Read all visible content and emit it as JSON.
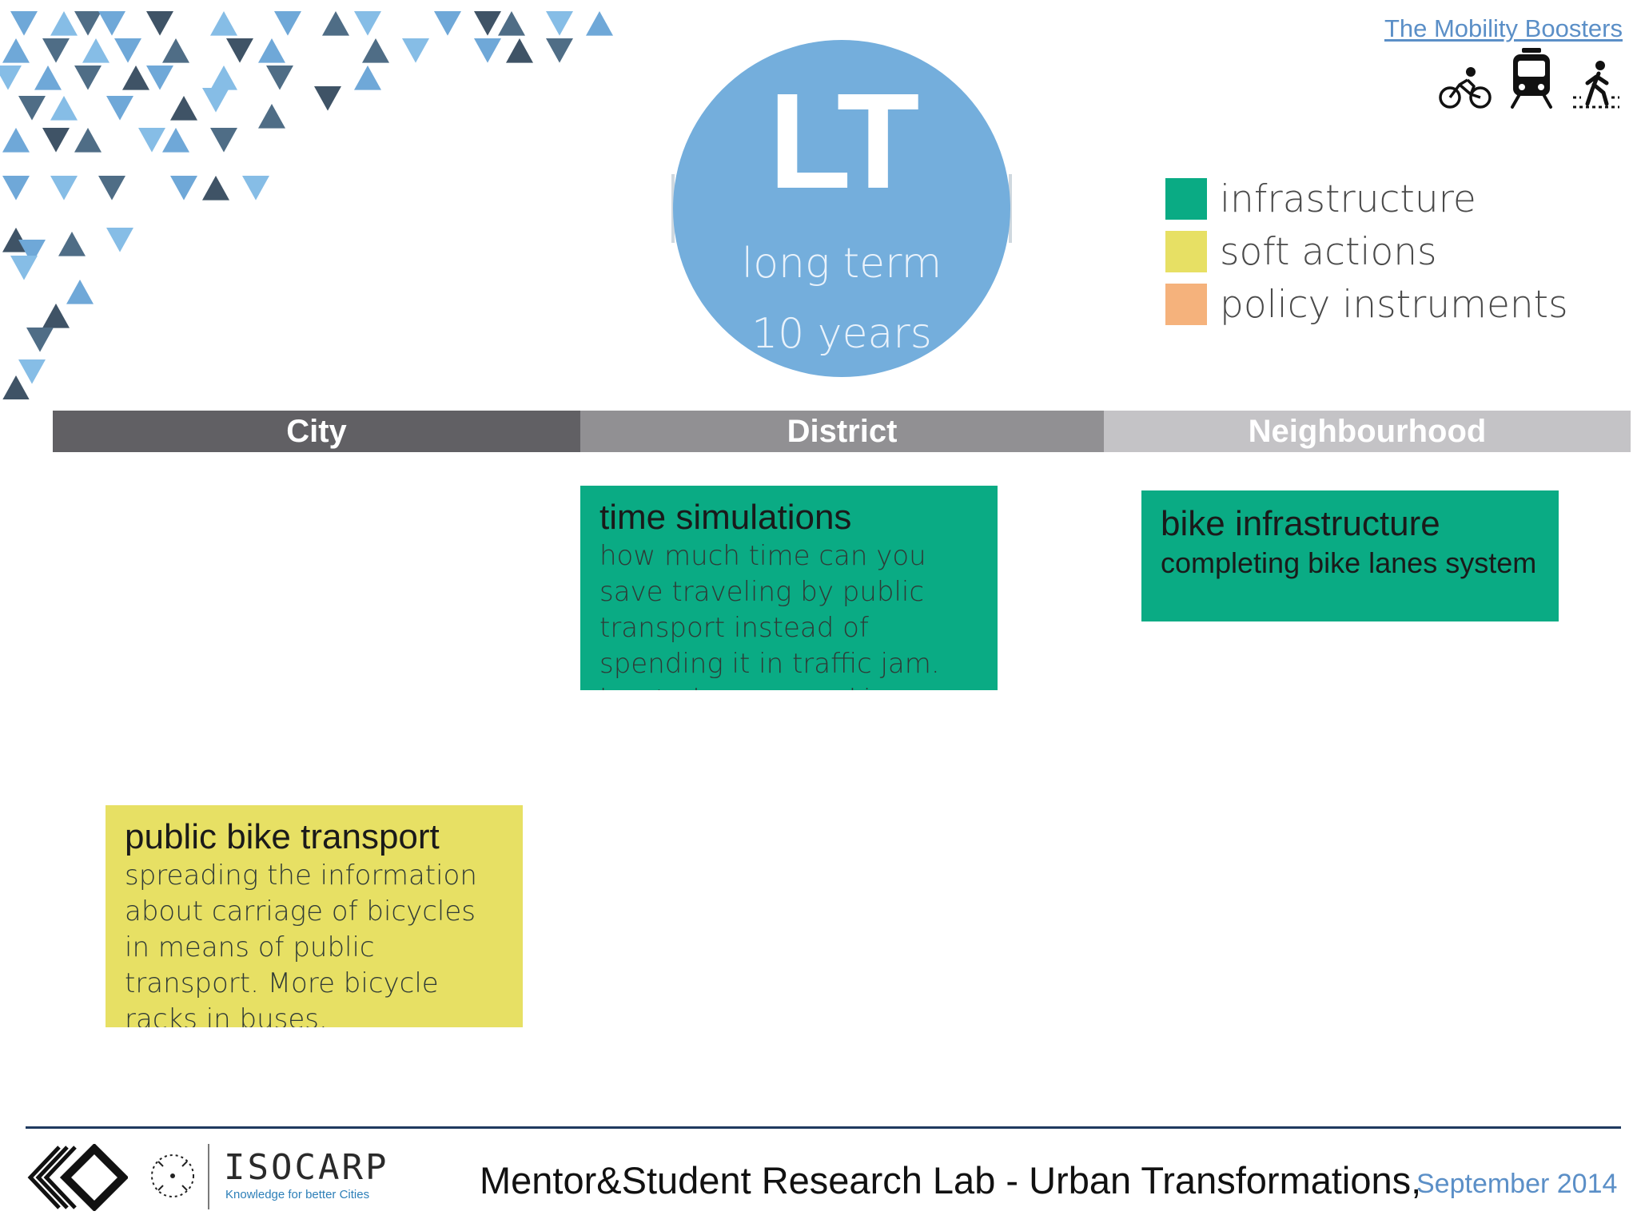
{
  "header": {
    "project_link": "The Mobility Boosters",
    "mode_icons": [
      "bicycle-icon",
      "tram-icon",
      "pedestrian-icon"
    ]
  },
  "timeframe": {
    "code": "LT",
    "label": "long term",
    "duration": "10 years"
  },
  "legend": {
    "items": [
      {
        "label": "infrastructure",
        "color": "#0aab84"
      },
      {
        "label": "soft actions",
        "color": "#e7e064"
      },
      {
        "label": "policy instruments",
        "color": "#f5b27c"
      }
    ]
  },
  "scale_bar": {
    "city": "City",
    "district": "District",
    "neighbourhood": "Neighbourhood"
  },
  "cards": {
    "time_simulations": {
      "title": "time simulations",
      "body": "how much time can you save traveling by public transport instead of spending it in traffic jam. located on car parkings",
      "category": "infrastructure"
    },
    "bike_infrastructure": {
      "title": "bike infrastructure",
      "body": "completing bike lanes system",
      "category": "infrastructure"
    },
    "public_bike_transport": {
      "title": "public bike transport",
      "body": "spreading the information about carriage of bicycles in means of public transport. More bicycle racks in buses.",
      "category": "soft actions"
    }
  },
  "footer": {
    "org_name": "ISOCARP",
    "org_tagline": "Knowledge for better Cities",
    "caption": "Mentor&Student Research Lab - Urban Transformations,",
    "date": "September 2014"
  },
  "colors": {
    "accent_blue": "#74aedc",
    "link_blue": "#5b8fc7",
    "infrastructure": "#0aab84",
    "soft_actions": "#e7e064",
    "policy_instruments": "#f5b27c",
    "scale_city": "#616064",
    "scale_district": "#919093",
    "scale_neighbourhood": "#c4c3c6"
  }
}
